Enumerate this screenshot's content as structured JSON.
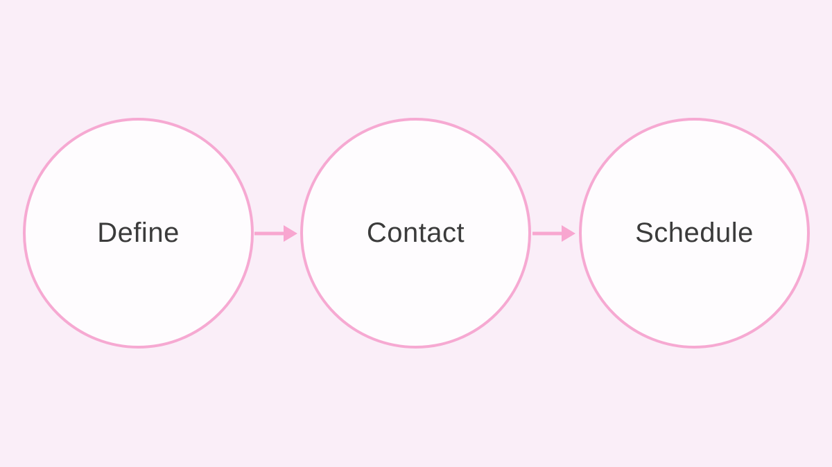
{
  "diagram": {
    "type": "flowchart",
    "direction": "left-to-right",
    "nodes": [
      {
        "id": "define",
        "label": "Define",
        "shape": "circle"
      },
      {
        "id": "contact",
        "label": "Contact",
        "shape": "circle"
      },
      {
        "id": "schedule",
        "label": "Schedule",
        "shape": "circle"
      }
    ],
    "connections": [
      {
        "from": "define",
        "to": "contact",
        "style": "arrow-right"
      },
      {
        "from": "contact",
        "to": "schedule",
        "style": "arrow-right"
      }
    ],
    "colors": {
      "background": "#faeef8",
      "circle_fill": "#fefcfe",
      "circle_border": "#f6a9d2",
      "arrow": "#f8a6d0",
      "label_text": "#3b3b3b"
    }
  }
}
